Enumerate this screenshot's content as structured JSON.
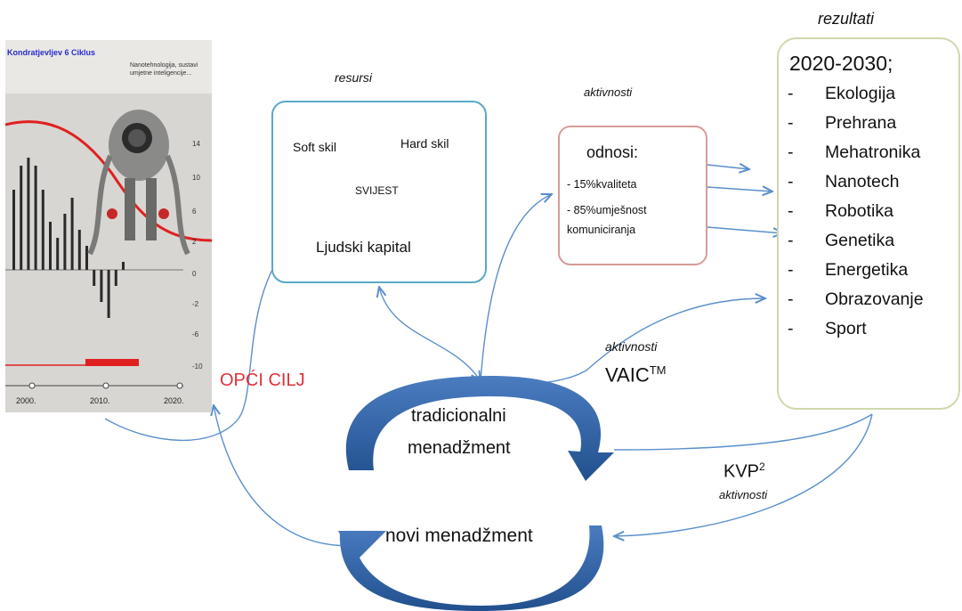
{
  "labels": {
    "resursi": "resursi",
    "aktivnosti_top": "aktivnosti",
    "rezultati": "rezultati",
    "aktivnosti_mid": "aktivnosti",
    "aktivnosti_bottom": "aktivnosti",
    "opci_cilj": "OPĆI CILJ",
    "vaic": "VAIC",
    "vaic_sup": "TM",
    "kvp": "KVP",
    "kvp_sup": "2"
  },
  "resursi_box": {
    "soft": "Soft skil",
    "hard": "Hard skil",
    "svijest": "SVIJEST",
    "ljudski": "Ljudski kapital"
  },
  "odnosi_box": {
    "title": "odnosi:",
    "line1": "- 15%kvaliteta",
    "line2": "- 85%umješnost",
    "line3": "komuniciranja"
  },
  "rezultati_box": {
    "period": "2020-2030;",
    "items": [
      "Ekologija",
      "Prehrana",
      "Mehatronika",
      "Nanotech",
      "Robotika",
      "Genetika",
      "Energetika",
      "Obrazovanje",
      "Sport"
    ]
  },
  "cycles": {
    "traditional_line1": "tradicionalni",
    "traditional_line2": "menadžment",
    "new": "novi menadžment"
  },
  "poster": {
    "title": "Kondratjevljev 6 Ciklus",
    "caption": "Nanotehnologija, sustavi umjetne inteligencije...",
    "y_ticks": [
      "14",
      "10",
      "6",
      "2",
      "0",
      "-2",
      "-6",
      "-10"
    ],
    "x_ticks": [
      "2000.",
      "2010.",
      "2020."
    ],
    "bar_values": [
      10,
      13,
      14,
      13,
      10,
      6,
      4,
      7,
      9,
      5,
      3,
      -2,
      -4,
      -6,
      -2,
      1
    ],
    "accent": "#e02020",
    "title_color": "#2a2ad0"
  },
  "colors": {
    "arrow": "#5b8fcc",
    "cycle": "#2f5f9e",
    "red": "#e0303a"
  }
}
